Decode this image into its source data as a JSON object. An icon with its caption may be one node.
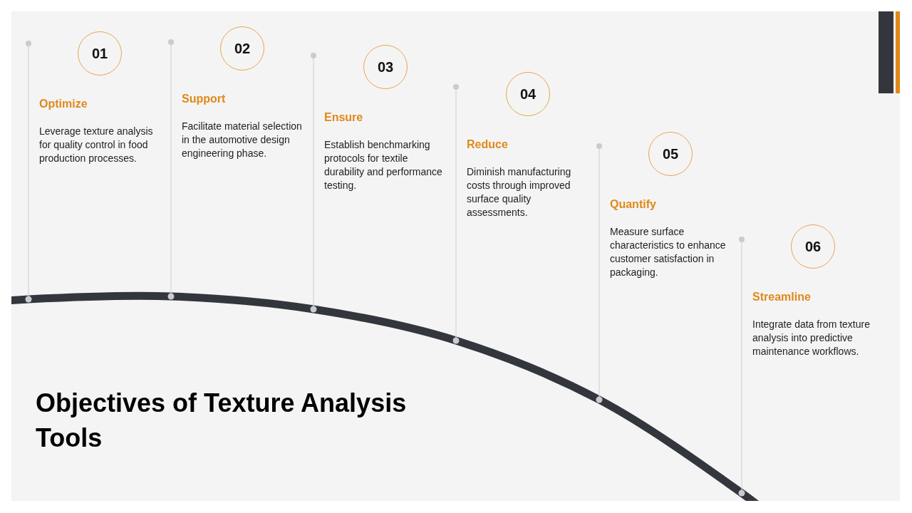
{
  "diagram": {
    "title": "Objectives of Texture Analysis Tools",
    "nodes": [
      {
        "text": [
          "01"
        ],
        "beside": [
          "Optimize",
          "Leverage texture analysis for quality control in food production processes."
        ]
      },
      {
        "text": [
          "02"
        ],
        "beside": [
          "Support",
          "Facilitate material selection in the automotive design engineering phase."
        ]
      },
      {
        "text": [
          "03"
        ],
        "beside": [
          "Ensure",
          "Establish benchmarking protocols for textile durability and performance testing."
        ]
      },
      {
        "text": [
          "04"
        ],
        "beside": [
          "Reduce",
          "Diminish manufacturing costs through improved surface quality assessments."
        ]
      },
      {
        "text": [
          "05"
        ],
        "beside": [
          "Quantify",
          "Measure surface characteristics to enhance customer satisfaction in packaging."
        ]
      },
      {
        "text": [
          "06"
        ],
        "beside": [
          "Streamline",
          "Integrate data from texture analysis into predictive maintenance workflows."
        ]
      }
    ]
  }
}
